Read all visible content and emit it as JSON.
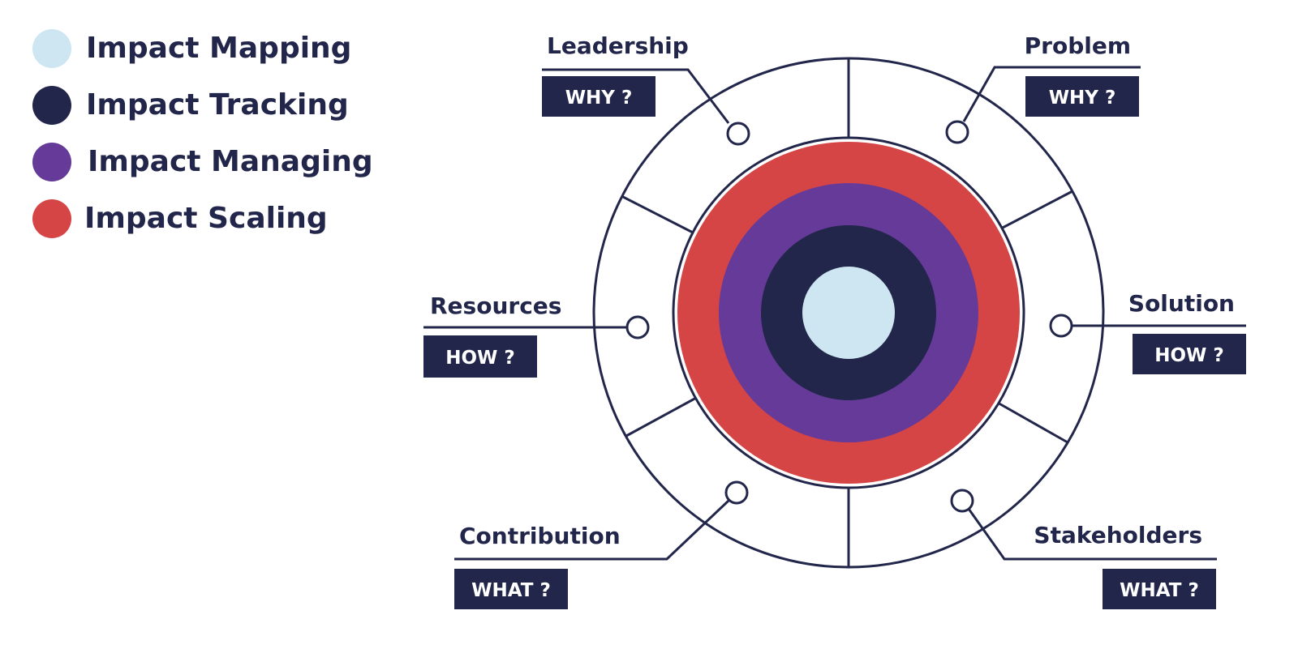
{
  "legend": [
    {
      "label": "Impact Mapping",
      "color": "#cde6f1"
    },
    {
      "label": "Impact Tracking",
      "color": "#22264a"
    },
    {
      "label": "Impact Managing",
      "color": "#663a99"
    },
    {
      "label": "Impact Scaling",
      "color": "#d64545"
    }
  ],
  "colors": {
    "navy": "#22264a",
    "outline": "#22264a"
  },
  "segments": {
    "leadership": {
      "title": "Leadership",
      "question": "WHY ?"
    },
    "problem": {
      "title": "Problem",
      "question": "WHY ?"
    },
    "resources": {
      "title": "Resources",
      "question": "HOW ?"
    },
    "solution": {
      "title": "Solution",
      "question": "HOW ?"
    },
    "contribution": {
      "title": "Contribution",
      "question": "WHAT ?"
    },
    "stakeholders": {
      "title": "Stakeholders",
      "question": "WHAT ?"
    }
  }
}
